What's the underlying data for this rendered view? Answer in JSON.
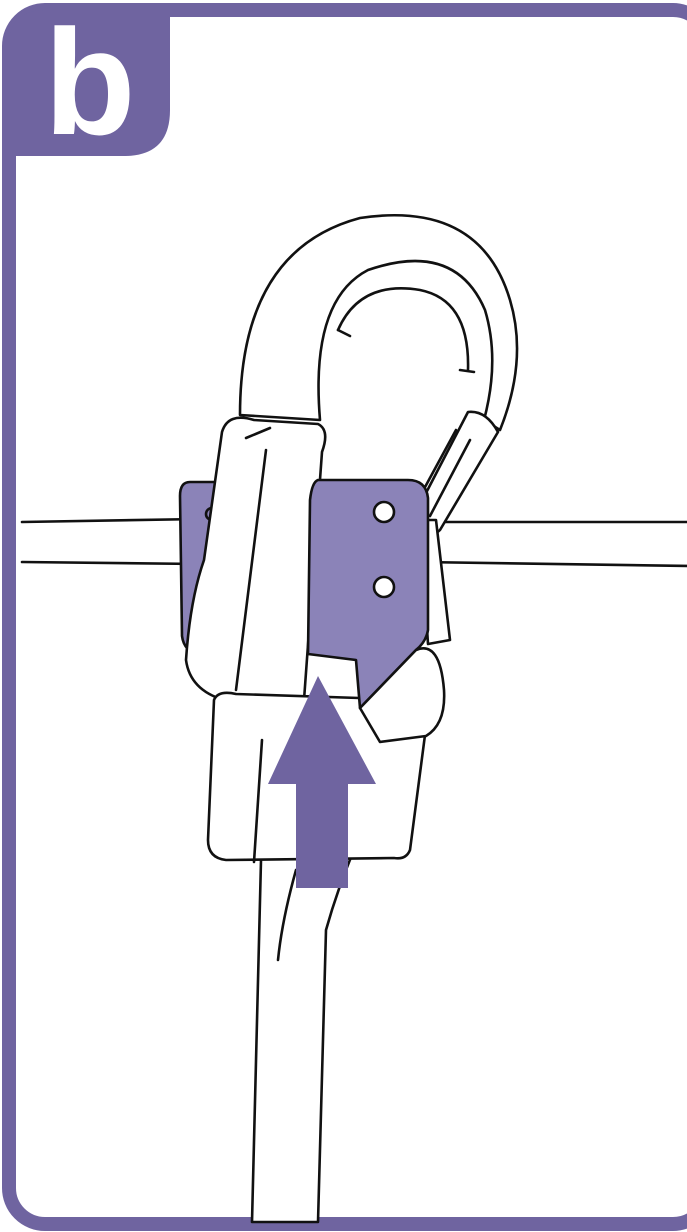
{
  "step": {
    "label": "b"
  },
  "colors": {
    "frame": "#6f64a0",
    "device_plate": "#8b83b8",
    "arrow": "#6f64a0",
    "line": "#111111",
    "background": "#ffffff"
  },
  "icons": {
    "main": "carabiner-rope-device-illustration",
    "arrow": "arrow-up"
  }
}
